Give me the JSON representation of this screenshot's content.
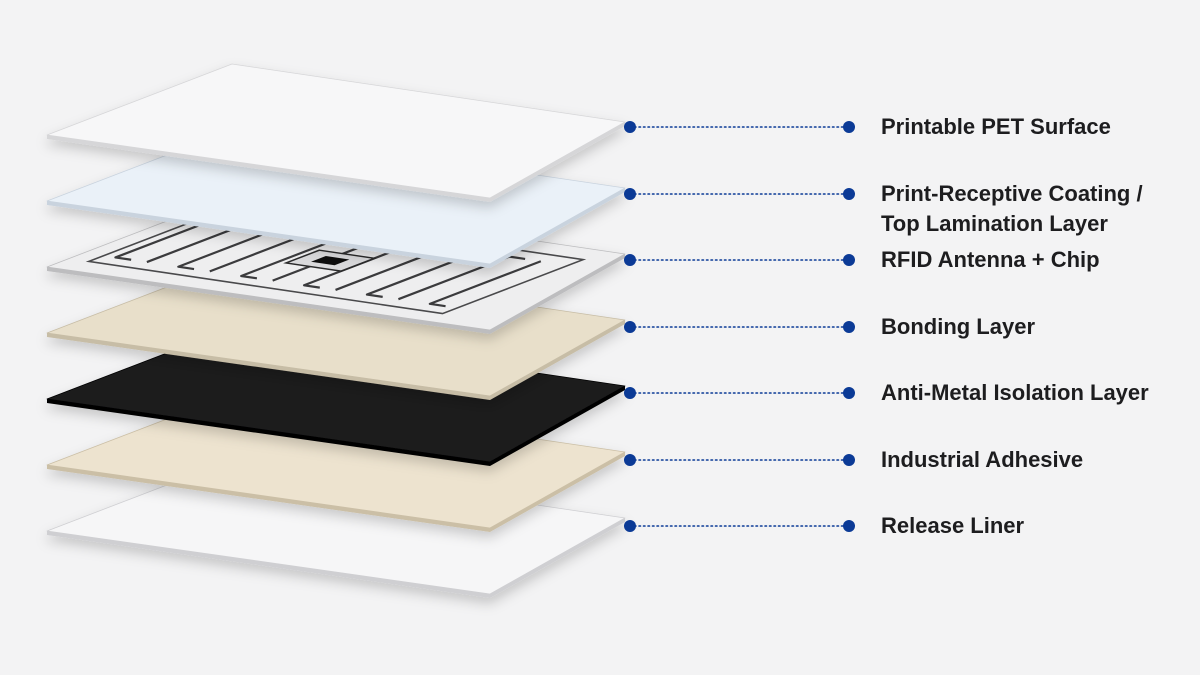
{
  "colors": {
    "background": "#f3f3f4",
    "leader": "#0b3a96",
    "label_text": "#1d1d1f"
  },
  "layers": [
    {
      "id": "pet",
      "name": "printable-pet-surface",
      "lines": [
        "Printable PET Surface"
      ],
      "fill": "#f7f7f8",
      "edge": "#d6d6d8"
    },
    {
      "id": "coating",
      "name": "print-receptive-coating",
      "lines": [
        "Print-Receptive Coating /",
        "Top Lamination Layer"
      ],
      "fill": "#eaf1f8",
      "edge": "#c9d3de"
    },
    {
      "id": "rfid",
      "name": "rfid-antenna-chip",
      "lines": [
        "RFID Antenna  +  Chip"
      ],
      "fill": "#eeeeef",
      "edge": "#bdbdbf"
    },
    {
      "id": "bonding",
      "name": "bonding-layer",
      "lines": [
        "Bonding Layer"
      ],
      "fill": "#e8dfca",
      "edge": "#c7bda6"
    },
    {
      "id": "isolation",
      "name": "anti-metal-isolation-layer",
      "lines": [
        "Anti-Metal Isolation Layer"
      ],
      "fill": "#1b1b1d",
      "edge": "#000000"
    },
    {
      "id": "adhesive",
      "name": "industrial-adhesive",
      "lines": [
        "Industrial Adhesive"
      ],
      "fill": "#ede3cf",
      "edge": "#cbbfa6"
    },
    {
      "id": "liner",
      "name": "release-liner",
      "lines": [
        "Release Liner"
      ],
      "fill": "#f6f6f7",
      "edge": "#cfcfd2"
    }
  ],
  "icons": {
    "leader_dot": "leader-dot-icon",
    "chip": "rfid-chip-icon",
    "antenna": "antenna-coil-icon"
  }
}
